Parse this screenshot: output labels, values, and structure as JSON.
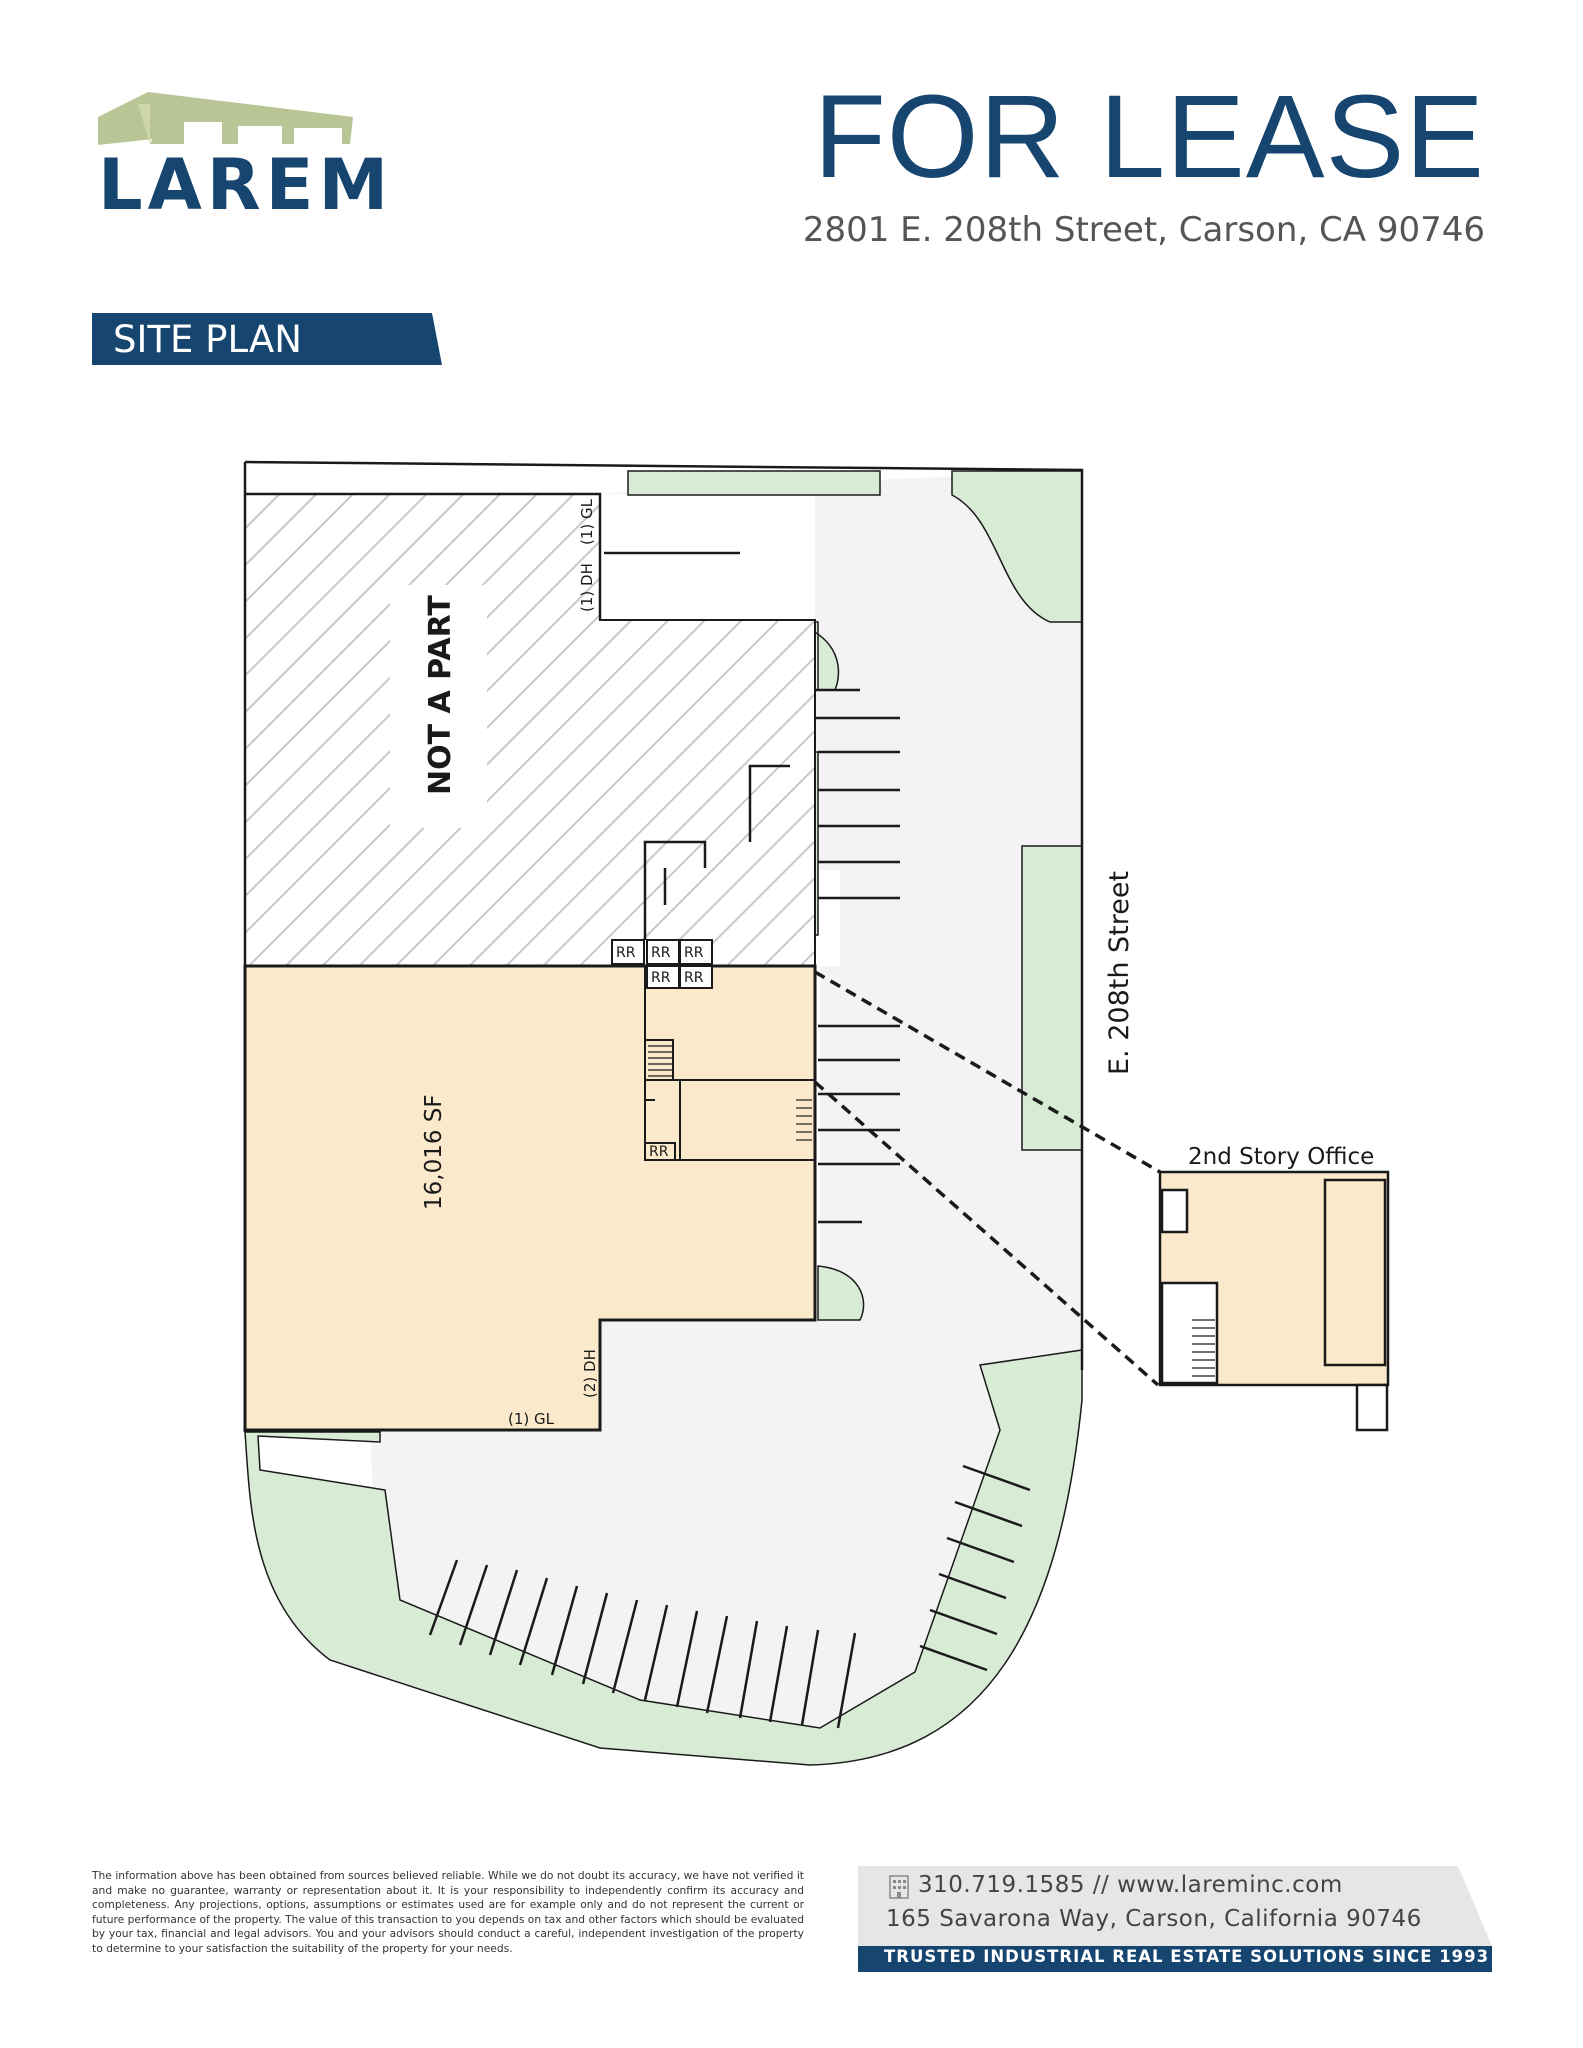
{
  "brand": {
    "name": "LAREM",
    "green": "#b9c594",
    "navy": "#164570"
  },
  "header": {
    "title": "FOR LEASE",
    "address": "2801 E. 208th Street, Carson, CA 90746",
    "section_label": "SITE PLAN"
  },
  "site_plan": {
    "not_a_part_label": "NOT A PART",
    "building_area_label": "16,016 SF",
    "street_label": "E. 208th Street",
    "inset_label": "2nd Story Office",
    "door_label_top_dh": "(1) DH",
    "door_label_top_gl": "(1) GL",
    "door_label_bottom_dh": "(2) DH",
    "door_label_bottom_gl": "(1) GL",
    "restroom_label": "RR",
    "colors": {
      "building": "#fbe9cc",
      "landscape": "#d8ebd5",
      "paving": "#f3f3f3",
      "hatch": "#bfbfbf"
    }
  },
  "footer": {
    "disclaimer": "The information above has been obtained from sources believed reliable. While we do not doubt its accuracy, we have not verified it and make no guarantee, warranty or representation about it. It is your responsibility to independently confirm its accuracy and completeness. Any projections, options, assumptions or estimates used are for example only and do not represent the current or future performance of the property. The value of this transaction to you depends on tax and other factors which should be evaluated by your tax, financial and legal advisors. You and your advisors should conduct a careful, independent investigation of the property to determine to your satisfaction the suitability of the property for your needs.",
    "phone_web": "310.719.1585  //  www.lareminc.com",
    "office_address": "165 Savarona Way, Carson, California 90746",
    "tagline": "TRUSTED INDUSTRIAL REAL ESTATE SOLUTIONS SINCE 1993",
    "icon": "building-icon"
  }
}
